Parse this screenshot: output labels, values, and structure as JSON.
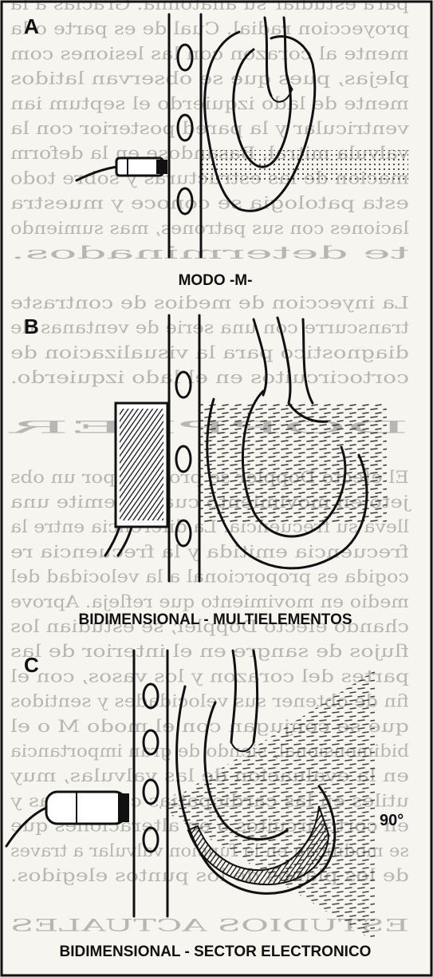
{
  "panels": [
    {
      "letter": "A",
      "caption": "MODO -M-"
    },
    {
      "letter": "B",
      "caption": "BIDIMENSIONAL - MULTIELEMENTOS"
    },
    {
      "letter": "C",
      "caption": "BIDIMENSIONAL - SECTOR ELECTRONICO",
      "angle_label": "90°"
    }
  ],
  "bleed_through_text": [
    "para estudiar su anatomia. Gracias a la",
    "proyeccion radial. Cual de es parte o la",
    "mente al corazon con las lesiones com",
    "plejas, pues que se observan latidos",
    "mente de lado izquierdo el septum ian",
    "ventricular y la pared posterior con la",
    "valvula mitral. Basandose en la deform",
    "macion de las estructuras y sobre todo",
    "esta patologia se conoce y muestra",
    "laciones con sus patrones, mas sumiendo",
    "te determinados.",
    "",
    "La inyeccion de medios de contraste",
    "transcurre con una serie de ventanas de",
    "diagnostico para la visualizacion de",
    "cortocircuitos en el lado izquierdo.",
    "",
    "DOPPLER",
    "",
    "El efecto Doppler se produce por un obs",
    "jeto en movimiento cuando emite una",
    "lleva su frecuencia. La diferencia entre la",
    "frecuencia emitida y la frecuencia re",
    "cogida es proporcional a la velocidad del",
    "medio en movimiento que refleja. Aprove",
    "chando efecto Doppler, se estudian los",
    "flujos de sangre en el interior de las",
    "partes del corazon y los vasos, con el",
    "fin de obtener sus velocidades y sentidos",
    "que se conjugan con el modo M o el",
    "bidimensional, siendo de gran importancia",
    "en la evaluacion de las valvulas, muy",
    "utiles en las cardiopatias congenitas y",
    "en cortocircuitos o en alteraciones que",
    "se modifican en la funcion valvular a traves",
    "de los planos de los puntos elegidos.",
    "",
    "ESTUDIOS ACTUALES"
  ]
}
